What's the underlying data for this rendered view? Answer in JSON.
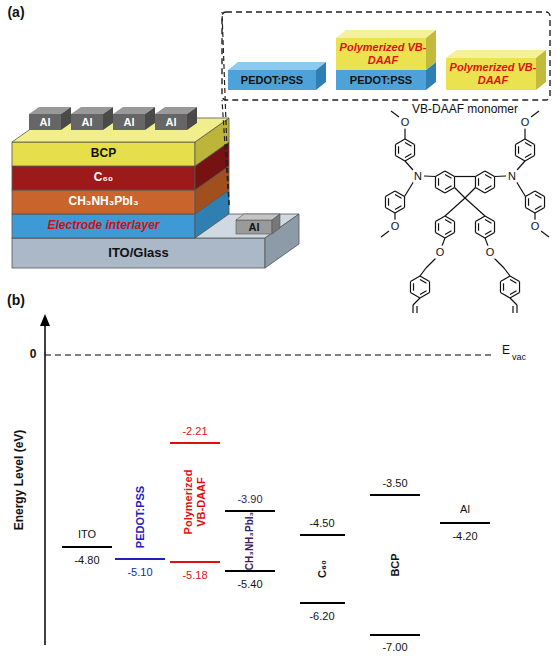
{
  "diagram": {
    "nodes": [
      {
        "text": [
          "Al"
        ]
      },
      {
        "text": [
          "Al"
        ]
      },
      {
        "text": [
          "Al"
        ]
      },
      {
        "text": [
          "Al"
        ]
      },
      {
        "text": [
          "BCP"
        ]
      },
      {
        "text": [
          "C₆₀"
        ]
      },
      {
        "text": [
          "CH₃NH₃PbI₃"
        ]
      },
      {
        "text": [
          "Electrode interlayer"
        ]
      },
      {
        "text": [
          "Al"
        ]
      },
      {
        "text": [
          "ITO/Glass"
        ]
      },
      {
        "text": [
          "PEDOT:PSS"
        ]
      },
      {
        "text": [
          "Polymerized VB-DAAF"
        ]
      },
      {
        "text": [
          "PEDOT:PSS"
        ]
      },
      {
        "text": [
          "Polymerized VB-DAAF"
        ]
      }
    ],
    "labels": [
      "(a)",
      "VB-DAAF monomer",
      "O",
      "O",
      "N",
      "N",
      "O",
      "O",
      "O",
      "O",
      "(b)",
      "0",
      "E",
      "vac",
      "Energy Level (eV)",
      "ITO",
      "-4.80",
      "PEDOT:PSS",
      "-5.10",
      "-2.21",
      "Polymerized VB-DAAF",
      "-5.18",
      "-3.90",
      "CH₃NH₃PbI₃",
      "-5.40",
      "-4.50",
      "C₆₀",
      "-6.20",
      "-3.50",
      "BCP",
      "-7.00",
      "Al",
      "-4.20"
    ]
  }
}
